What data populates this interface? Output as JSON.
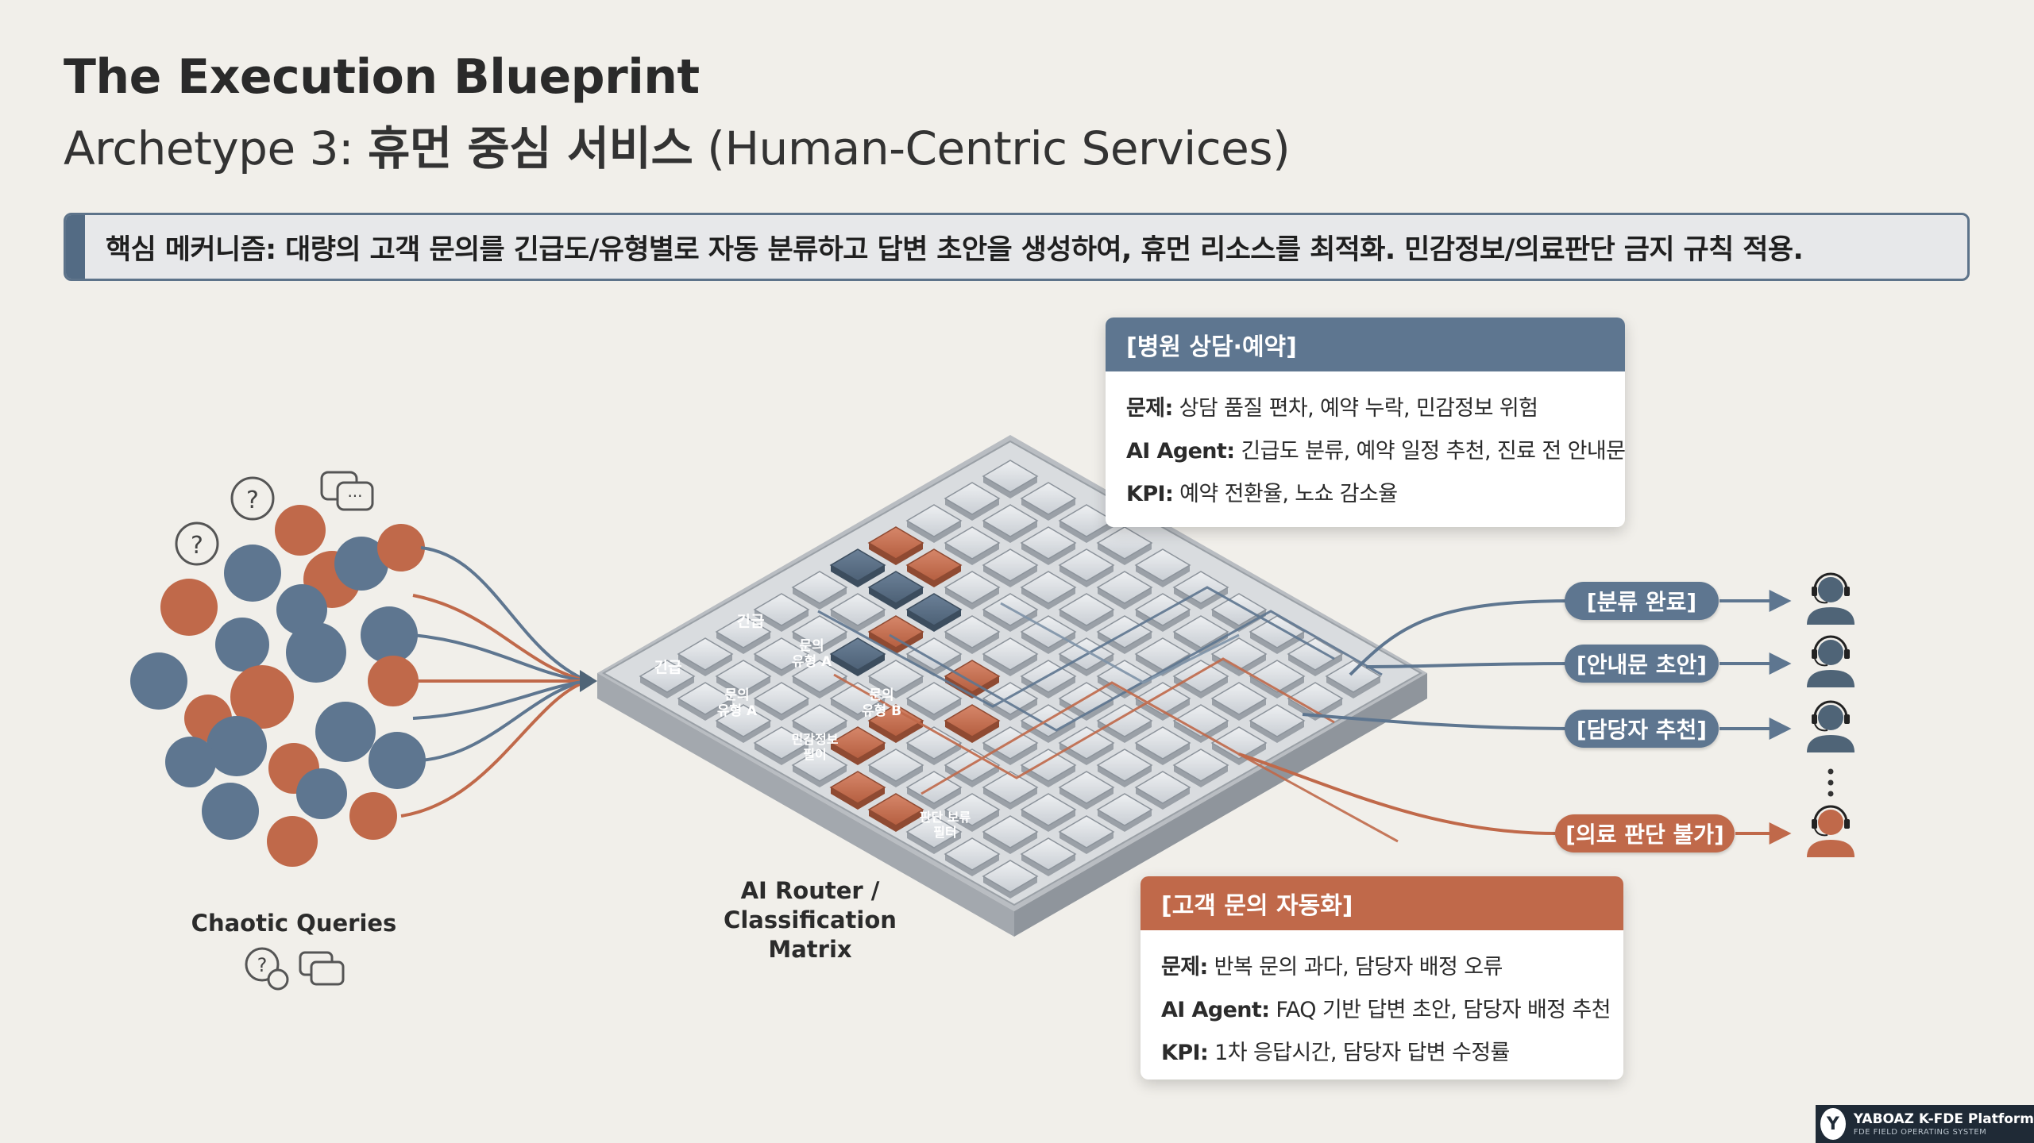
{
  "header": {
    "title": "The Execution Blueprint",
    "subtitle_prefix": "Archetype 3: ",
    "subtitle_korean": "휴먼 중심 서비스",
    "subtitle_suffix": " (Human-Centric Services)"
  },
  "banner": {
    "text": "핵심 메커니즘: 대량의 고객 문의를 긴급도/유형별로 자동 분류하고 답변 초안을 생성하여, 휴먼 리소스를 최적화. 민감정보/의료판단 금지 규칙 적용."
  },
  "card_hospital": {
    "header": "[병원 상담·예약]",
    "problem_label": "문제:",
    "problem": " 상담 품질 편차, 예약 누락, 민감정보 위험",
    "agent_label": "AI Agent:",
    "agent": " 긴급도 분류, 예약 일정 추천, 진료 전 안내문 초안",
    "kpi_label": "KPI:",
    "kpi": " 예약 전환율, 노쇼 감소율"
  },
  "card_customer": {
    "header": "[고객 문의 자동화]",
    "problem_label": "문제:",
    "problem": " 반복 문의 과다, 담당자 배정 오류",
    "agent_label": "AI Agent:",
    "agent": " FAQ 기반 답변 초안, 담당자 배정 추천",
    "kpi_label": "KPI:",
    "kpi": " 1차 응답시간, 담당자 답변 수정률"
  },
  "labels": {
    "chaotic_queries": "Chaotic Queries",
    "router_line1": "AI Router /",
    "router_line2": "Classification",
    "router_line3": "Matrix"
  },
  "tiles": {
    "urgent_orange": "긴급",
    "urgent_blue": "긴급",
    "type_a_orange_1": "문의",
    "type_a_orange_2": "유형 A",
    "type_a_blue_1": "문의",
    "type_a_blue_2": "유형 A",
    "type_b_1": "문의",
    "type_b_2": "유형 B",
    "sensitive_1": "민감정보",
    "sensitive_2": "필이",
    "hold_1": "판단 보류",
    "hold_2": "필터"
  },
  "outputs": [
    {
      "label": "[분류 완료]",
      "kind": "blue"
    },
    {
      "label": "[안내문 초안]",
      "kind": "blue"
    },
    {
      "label": "[담당자 추천]",
      "kind": "blue"
    },
    {
      "label": "[의료 판단 불가]",
      "kind": "orange"
    }
  ],
  "icons": {
    "query_bubbles": "speech-bubble-icon",
    "question": "question-bubble-icon",
    "agent": "headset-agent-icon",
    "arrow": "arrow-right-icon",
    "ellipsis": "vertical-ellipsis-icon"
  },
  "colors": {
    "slate": "#5e7690",
    "orange": "#c0694a",
    "dark_slate": "#4f6477",
    "background": "#f1efea"
  },
  "badge": {
    "logo": "Y",
    "main": "YABOAZ K-FDE Platform",
    "sub": "FDE FIELD OPERATING SYSTEM"
  }
}
